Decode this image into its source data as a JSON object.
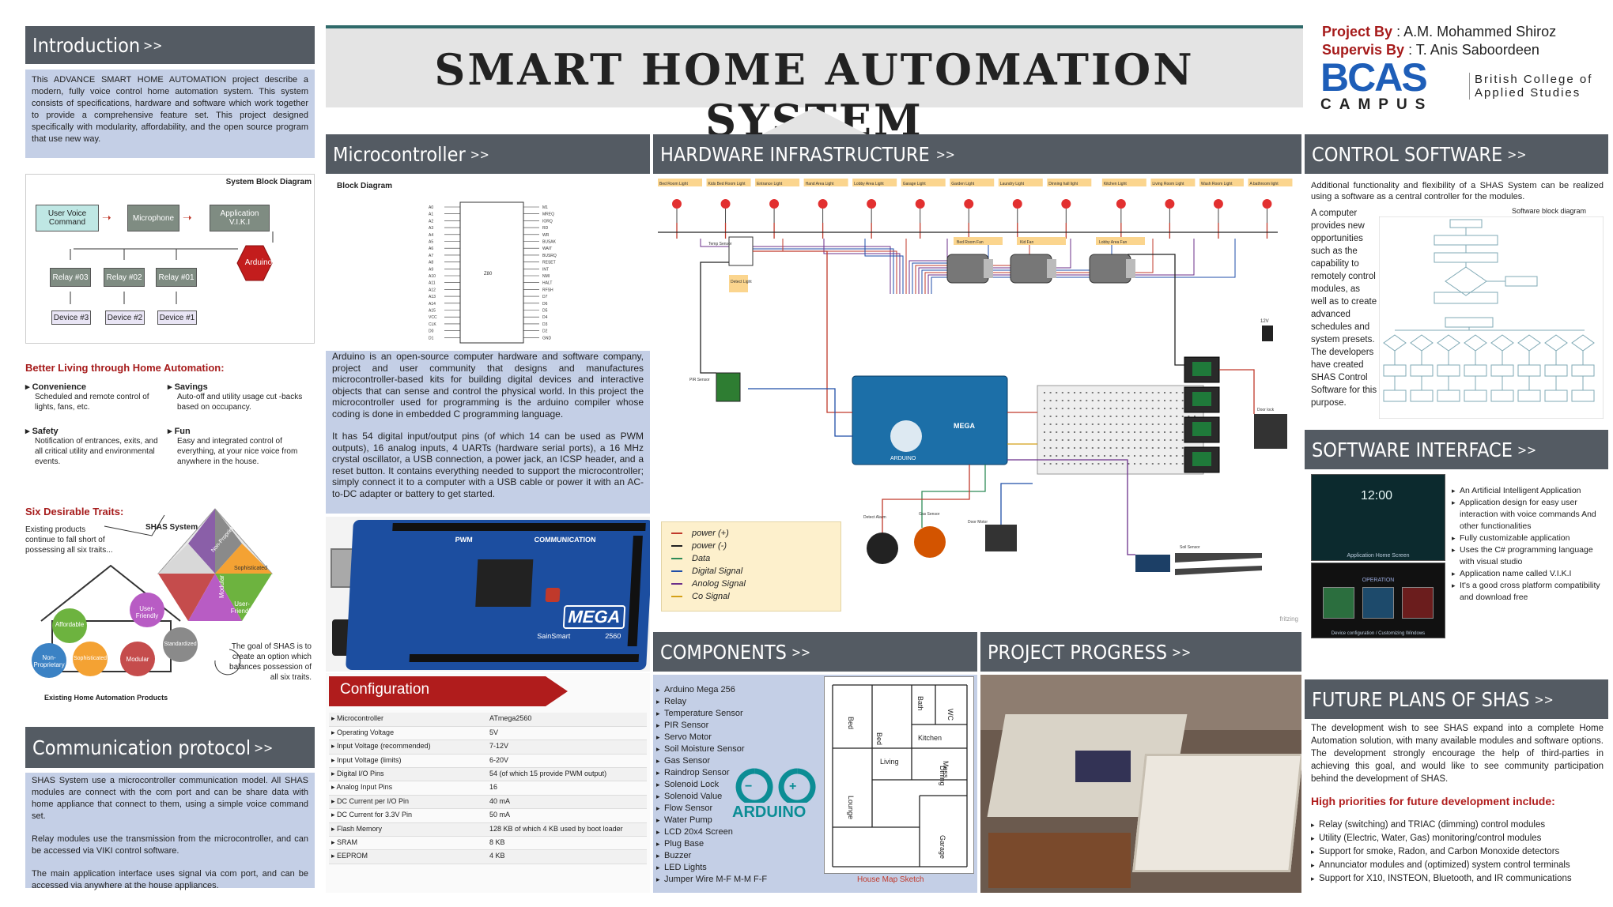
{
  "title": "SMART HOME AUTOMATION SYSTEM",
  "project": {
    "project_by_label": "Project By",
    "project_by": ": A.M. Mohammed Shiroz",
    "supervis_label": "Supervis By",
    "supervis_by": ": T. Anis Saboordeen",
    "logo_top": "BCAS",
    "logo_bottom": "CAMPUS",
    "college": "British College of Applied Studies"
  },
  "intro": {
    "heading": "Introduction",
    "body": "This ADVANCE SMART HOME AUTOMATION project describe a modern, fully voice control home automation system. This system consists of specifications, hardware and software which work together to provide a comprehensive feature set. This project designed specifically with modularity, affordability, and the open source program that use new way."
  },
  "block_diagram": {
    "title": "System Block Diagram",
    "user": "User Voice Command",
    "mic": "Microphone",
    "app": "Application V.I.K.I",
    "arduino": "Arduino",
    "relays": [
      "Relay #03",
      "Relay #02",
      "Relay #01"
    ],
    "devices": [
      "Device #3",
      "Device #2",
      "Device #1"
    ]
  },
  "better_living": {
    "heading": "Better Living through Home Automation:",
    "items": [
      {
        "title": "Convenience",
        "text": "Scheduled and remote control of lights, fans, etc."
      },
      {
        "title": "Savings",
        "text": "Auto-off and utility usage cut -backs based on occupancy."
      },
      {
        "title": "Safety",
        "text": "Notification of entrances, exits, and all critical utility and environmental events."
      },
      {
        "title": "Fun",
        "text": "Easy and integrated control of everything, at your nice voice from anywhere in the house."
      }
    ]
  },
  "traits": {
    "heading": "Six Desirable Traits:",
    "intro": "Existing products continue to fall short of possessing all six traits...",
    "shas": "SHAS System",
    "goal": "The goal of SHAS is to create an option which balances possession of all six traits.",
    "caption": "Existing Home Automation Products",
    "circles": [
      "Affordable",
      "User-Friendly",
      "Non-Proprietary",
      "Sophisticated",
      "Modular",
      "Standardized"
    ],
    "wedges": [
      "Non-Proprietary",
      "Standardized",
      "Modular",
      "Sophisticated",
      "Affordable",
      "User-Friendly"
    ]
  },
  "comm": {
    "heading": "Communication protocol",
    "p1": "SHAS System use a microcontroller communication model. All SHAS modules are connect with the com port and can be share data with home appliance that connect to them, using a simple voice command set.",
    "p2": "Relay modules use the transmission from the microcontroller, and can be accessed via VIKI control software.",
    "p3": "The main application interface uses signal via com port, and can be accessed via anywhere at the house appliances."
  },
  "micro": {
    "heading": "Microcontroller",
    "block_label": "Block Diagram",
    "chip_label": "Z80",
    "p1": "Arduino is an open-source computer hardware and software company, project and user community that designs and manufactures microcontroller-based kits for building digital devices and interactive objects that can sense and control the physical world. In this project the microcontroller used for programming is the arduino compiler whose coding is done in embedded C programming language.",
    "p2": "It has 54 digital input/output pins (of which 14 can be used as PWM outputs), 16 analog inputs, 4 UARTs (hardware serial ports), a 16 MHz crystal oscillator, a USB connection, a power jack, an ICSP header, and a reset button. It contains everything needed to support the microcontroller; simply connect it to a computer with a USB cable or power it with an AC-to-DC adapter or battery to get started.",
    "board_mega": "MEGA",
    "board_brand": "SainSmart",
    "board_model": "2560",
    "board_comm": "COMMUNICATION",
    "board_pwm": "PWM",
    "left_pins": [
      "A0",
      "A1",
      "A2",
      "A3",
      "A4",
      "A5",
      "A6",
      "A7",
      "A8",
      "A9",
      "A10",
      "A11",
      "A12",
      "A13",
      "A14",
      "A15",
      "VCC",
      "CLK",
      "D0",
      "D1"
    ],
    "right_pins": [
      "M1",
      "MREQ",
      "IORQ",
      "RD",
      "WR",
      "BUSAK",
      "WAIT",
      "BUSRQ",
      "RESET",
      "INT",
      "NMI",
      "HALT",
      "RFSH",
      "D7",
      "D6",
      "D5",
      "D4",
      "D3",
      "D2",
      "GND"
    ]
  },
  "config": {
    "heading": "Configuration",
    "rows": [
      [
        "Microcontroller",
        "ATmega2560"
      ],
      [
        "Operating Voltage",
        "5V"
      ],
      [
        "Input Voltage (recommended)",
        "7-12V"
      ],
      [
        "Input Voltage (limits)",
        "6-20V"
      ],
      [
        "Digital I/O Pins",
        "54 (of which 15 provide PWM output)"
      ],
      [
        "Analog Input Pins",
        "16"
      ],
      [
        "DC Current per I/O Pin",
        "40 mA"
      ],
      [
        "DC Current for 3.3V Pin",
        "50 mA"
      ],
      [
        "Flash Memory",
        "128 KB of which 4 KB used by boot loader"
      ],
      [
        "SRAM",
        "8 KB"
      ],
      [
        "EEPROM",
        "4 KB"
      ]
    ]
  },
  "hardware": {
    "heading": "HARDWARE INFRASTRUCTURE",
    "lights": [
      "Bed Room Light",
      "Kids Bed Room Light",
      "Entrance Light",
      "Hand Area Light",
      "Lobby Area Light",
      "Garage Light",
      "Garden Light",
      "Laundry Light",
      "Dinning hall light",
      "Kitchen Light",
      "Living Room Light",
      "Wash Room Light",
      "A bathroom light"
    ],
    "fans": [
      "Bed Room Fan",
      "Kid Fan",
      "Lobby Area Fan"
    ],
    "labels": {
      "temp": "Temp Sensor",
      "detect": "Detect Light",
      "pir": "PIR Sensor",
      "detect_alarm": "Detect Alarm",
      "gas": "Gas Sensor",
      "door_motor": "Door Motor",
      "soil": "Soil Sensor",
      "door_lock": "Door lock",
      "battery": "12V",
      "arduino": "ARDUINO",
      "mega": "MEGA",
      "fritzing": "fritzing"
    },
    "legend": [
      {
        "label": "power (+)",
        "color": "#c0392b"
      },
      {
        "label": "power (-)",
        "color": "#222222"
      },
      {
        "label": "Data",
        "color": "#2e8b57"
      },
      {
        "label": "Digital Signal",
        "color": "#1f4ea8"
      },
      {
        "label": "Anolog Signal",
        "color": "#6b2f8a"
      },
      {
        "label": "Co Signal",
        "color": "#d4a017"
      }
    ]
  },
  "components": {
    "heading": "COMPONENTS",
    "items": [
      "Arduino Mega 256",
      "Relay",
      "Temperature Sensor",
      "PIR Sensor",
      "Servo Motor",
      "Soil Moisture Sensor",
      "Gas Sensor",
      "Raindrop Sensor",
      "Solenoid Lock",
      "Solenoid Value",
      "Flow Sensor",
      "Water Pump",
      "LCD 20x4 Screen",
      "Plug Base",
      "Buzzer",
      "LED Lights",
      "Jumper Wire M-F M-M F-F"
    ],
    "logo": "ARDUINO",
    "map_caption": "House Map Sketch",
    "rooms": [
      "Bed",
      "Bath",
      "WC",
      "Bed",
      "Kitchen",
      "Living",
      "Dining",
      "Lounge",
      "Mess",
      "Garage"
    ]
  },
  "progress": {
    "heading": "PROJECT PROGRESS"
  },
  "control": {
    "heading": "CONTROL SOFTWARE",
    "p1": "Additional functionality and flexibility of a SHAS System can be realized using a software as a central controller for the modules.",
    "p2": "A computer provides new opportunities such as the capability to remotely control modules, as well as to create advanced schedules and system presets. The developers have created SHAS Control Software for this purpose.",
    "diagram_label": "Software block diagram"
  },
  "swi": {
    "heading": "SOFTWARE INTERFACE",
    "clock": "12:00",
    "screen_caption": "Application Home Screen",
    "operation": "OPERATION",
    "screen2_caption": "Device configuration / Customizing Windows",
    "items": [
      "An Artificial Intelligent Application",
      "Application design for easy user interaction with voice commands And other functionalities",
      "Fully customizable application",
      "Uses the C# programming language with visual studio",
      "Application name called V.I.K.I",
      "It's a good cross platform compatibility and download free"
    ]
  },
  "future": {
    "heading": "FUTURE PLANS OF SHAS",
    "body": "The development wish to see SHAS expand into a complete Home Automation solution, with many available modules and software options. The development strongly encourage the help of third-parties in achieving this goal, and would like to see community participation behind the development of SHAS.",
    "sub": "High priorities for future development include:",
    "items": [
      "Relay (switching) and TRIAC (dimming) control modules",
      "Utility (Electric, Water, Gas) monitoring/control modules",
      "Support for smoke, Radon, and Carbon Monoxide detectors",
      "Annunciator modules and (optimized) system control terminals",
      "Support for X10, INSTEON, Bluetooth, and IR communications"
    ]
  },
  "colors": {
    "header": "#545b63",
    "accent_red": "#b01c1c",
    "panel_blue": "#c4cfe6",
    "bcas_blue": "#1e5eb8"
  }
}
